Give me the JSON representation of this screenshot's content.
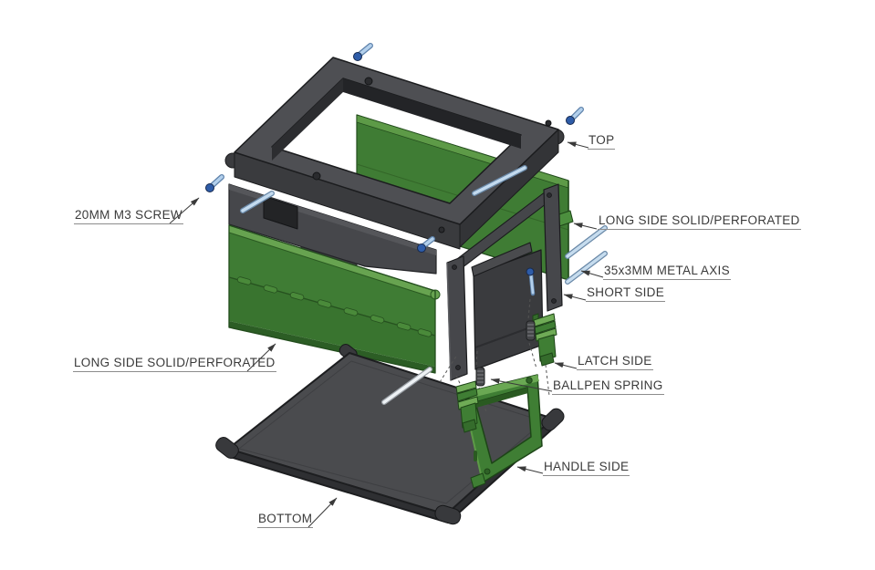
{
  "diagram": {
    "type": "exploded-view-technical-illustration",
    "callouts": {
      "top": "TOP",
      "screw_20mm": "20MM M3 SCREW",
      "long_side_right": "LONG SIDE SOLID/PERFORATED",
      "long_side_left": "LONG SIDE SOLID/PERFORATED",
      "metal_axis": "35x3MM METAL AXIS",
      "short_side": "SHORT SIDE",
      "latch_side": "LATCH SIDE",
      "ballpen_spring": "BALLPEN SPRING",
      "handle_side": "HANDLE SIDE",
      "bottom": "BOTTOM"
    },
    "parts": [
      {
        "name": "top-frame",
        "color": "#4e4f53"
      },
      {
        "name": "long-side-solid-perforated-back",
        "color": "#3f7c34"
      },
      {
        "name": "short-side-left",
        "color": "#46474b"
      },
      {
        "name": "long-side-solid-perforated-front-hinged",
        "color": "#3f7c34"
      },
      {
        "name": "short-side-right",
        "color": "#3a3b3e"
      },
      {
        "name": "bottom-plate",
        "color": "#4a4b4e"
      },
      {
        "name": "handle-side-frame",
        "color": "#3f7e34"
      },
      {
        "name": "latch-side-bracket",
        "color": "#3f7e34"
      },
      {
        "name": "ballpen-spring",
        "color": "#46474a"
      },
      {
        "name": "20mm-m3-screw",
        "color": "#2e5ca8"
      },
      {
        "name": "35x3mm-metal-axis",
        "color": "#c6dcee"
      }
    ],
    "colors": {
      "background": "#ffffff",
      "label_text": "#3a3a3a",
      "leader_line": "#3a3a3a",
      "dark_plastic": "#3a3b3e",
      "green_plastic": "#3f7c34",
      "screw_blue": "#2e5ca8",
      "axis_blue": "#c6dcee"
    }
  }
}
